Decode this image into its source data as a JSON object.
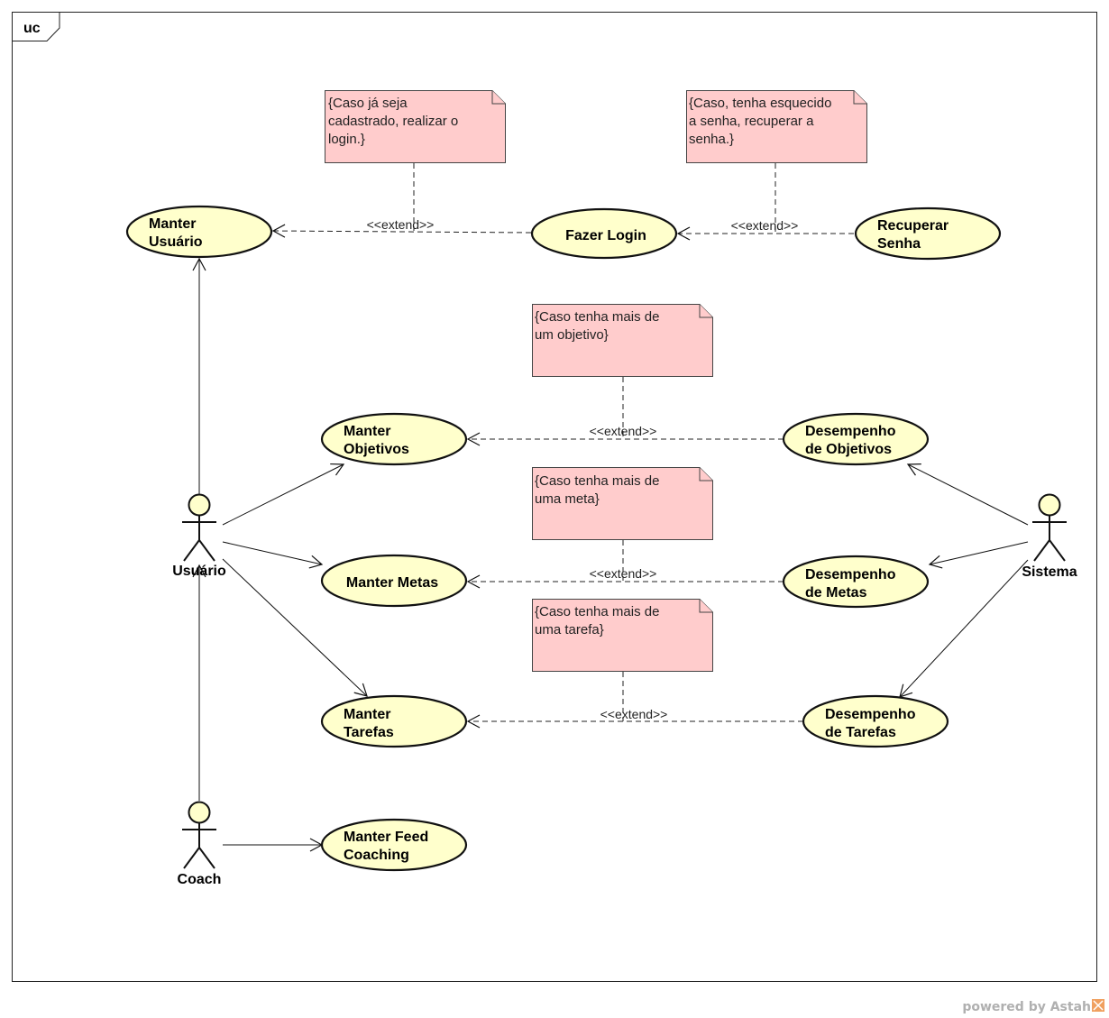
{
  "frame": {
    "label": "uc"
  },
  "use_cases": {
    "manter_usuario": [
      "Manter",
      "Usuário"
    ],
    "fazer_login": [
      "Fazer Login"
    ],
    "recuperar_senha": [
      "Recuperar",
      "Senha"
    ],
    "manter_objetivos": [
      "Manter",
      "Objetivos"
    ],
    "desempenho_objetivos": [
      "Desempenho",
      "de Objetivos"
    ],
    "manter_metas": [
      "Manter Metas"
    ],
    "desempenho_metas": [
      "Desempenho",
      "de Metas"
    ],
    "manter_tarefas": [
      "Manter",
      "Tarefas"
    ],
    "desempenho_tarefas": [
      "Desempenho",
      "de Tarefas"
    ],
    "manter_feed": [
      "Manter Feed",
      "Coaching"
    ]
  },
  "actors": {
    "usuario": "Usuário",
    "sistema": "Sistema",
    "coach": "Coach"
  },
  "notes": {
    "login": [
      "{Caso já seja",
      "cadastrado, realizar o",
      "login.}"
    ],
    "senha": [
      "{Caso, tenha esquecido",
      "a senha, recuperar a",
      "senha.}"
    ],
    "objetivo": [
      "{Caso tenha mais de",
      "um objetivo}"
    ],
    "meta": [
      "{Caso tenha mais de",
      "uma meta}"
    ],
    "tarefa": [
      "{Caso tenha mais de",
      "uma tarefa}"
    ]
  },
  "stereotype": "<<extend>>",
  "footer": "powered by Astah"
}
